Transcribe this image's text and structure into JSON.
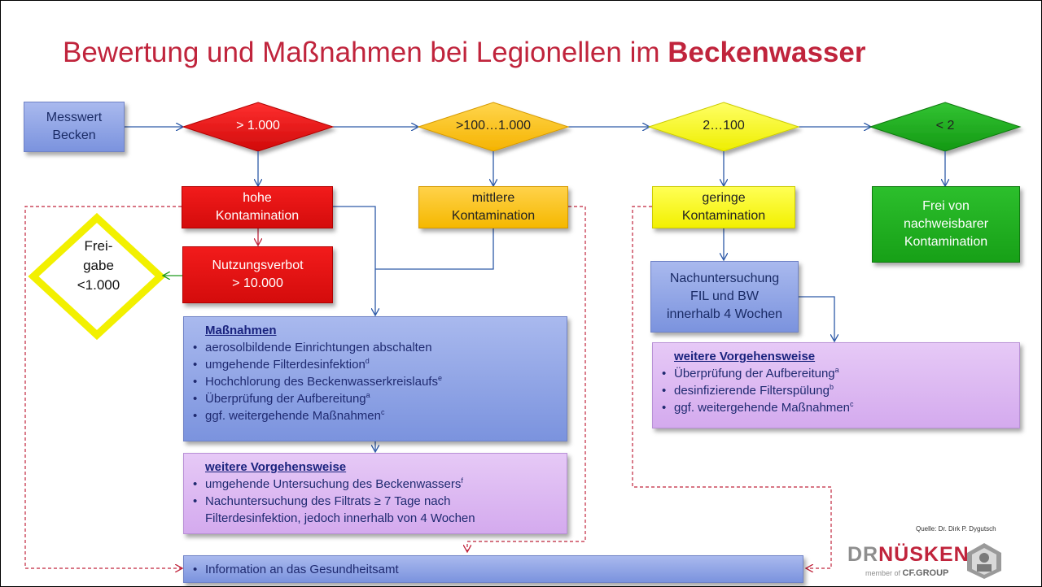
{
  "title": {
    "normal": "Bewertung und Maßnahmen bei Legionellen im ",
    "bold": "Beckenwasser"
  },
  "colors": {
    "title": "#c0243c",
    "high": "#e01010",
    "medium": "#f5b800",
    "low": "#f2f000",
    "none": "#17a017",
    "measure": "#8fa3e6",
    "followup": "#dcb6f2"
  },
  "start_box": {
    "line1": "Messwert",
    "line2": "Becken"
  },
  "diamonds": [
    {
      "label": "> 1.000"
    },
    {
      "label": ">100…1.000"
    },
    {
      "label": "2…100"
    },
    {
      "label": "< 2"
    }
  ],
  "levels": {
    "high": {
      "line1": "hohe",
      "line2": "Kontamination"
    },
    "medium": {
      "line1": "mittlere",
      "line2": "Kontamination"
    },
    "low": {
      "line1": "geringe",
      "line2": "Kontamination"
    },
    "none": {
      "line1": "Frei von",
      "line2": "nachweisbarer",
      "line3": "Kontamination"
    }
  },
  "ban_box": {
    "line1": "Nutzungsverbot",
    "line2": "> 10.000"
  },
  "release": {
    "line1": "Frei-",
    "line2": "gabe",
    "line3": "<1.000"
  },
  "measures": {
    "heading": "Maßnahmen",
    "items": [
      {
        "text": "aerosolbildende Einrichtungen abschalten",
        "sup": ""
      },
      {
        "text": "umgehende Filterdesinfektion",
        "sup": "d"
      },
      {
        "text": "Hochchlorung des Beckenwasserkreislaufs",
        "sup": "e"
      },
      {
        "text": "Überprüfung der Aufbereitung",
        "sup": "a"
      },
      {
        "text": "ggf. weitergehende Maßnahmen",
        "sup": "c"
      }
    ]
  },
  "followup_left": {
    "heading": "weitere Vorgehensweise",
    "item1": {
      "text": "umgehende Untersuchung des Beckenwassers",
      "sup": "f"
    },
    "item2": {
      "line1": "Nachuntersuchung des Filtrats ≥ 7 Tage nach",
      "line2": "Filterdesinfektion, jedoch innerhalb von 4 Wochen"
    }
  },
  "recheck_box": {
    "line1": "Nachuntersuchung",
    "line2": "FIL und BW",
    "line3": "innerhalb 4 Wochen"
  },
  "followup_right": {
    "heading": "weitere Vorgehensweise",
    "items": [
      {
        "text": "Überprüfung der Aufbereitung",
        "sup": "a"
      },
      {
        "text": "desinfizierende Filterspülung",
        "sup": "b"
      },
      {
        "text": "ggf. weitergehende Maßnahmen",
        "sup": "c"
      }
    ]
  },
  "info_bar": {
    "text": "Information an das Gesundheitsamt"
  },
  "source": "Quelle: Dr. Dirk P. Dygutsch",
  "logo": {
    "dr": "DR",
    "name": "NÜSKEN",
    "member": "member of",
    "group": "CF.GROUP"
  }
}
